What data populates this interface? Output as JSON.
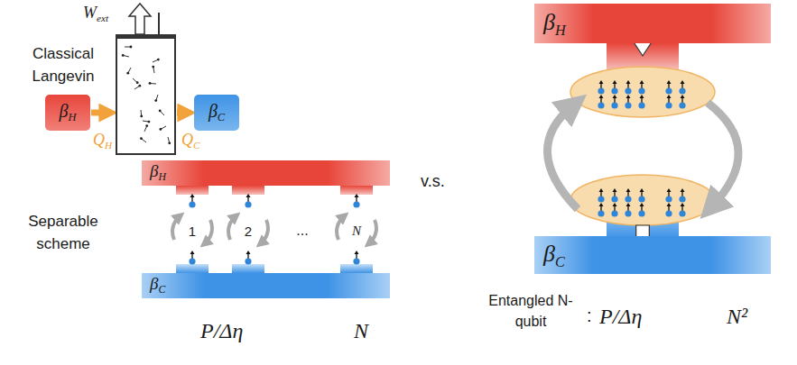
{
  "diagram": {
    "nodes": [
      {
        "text": [
          "βH"
        ]
      },
      {
        "text": [
          "Wext"
        ]
      },
      {
        "text": [
          "βC"
        ]
      },
      {
        "text": [
          "βH"
        ]
      },
      {
        "text": [
          "βC"
        ]
      },
      {
        "text": [
          "βH"
        ]
      },
      {
        "text": [
          "βC"
        ]
      }
    ],
    "edges": [
      {
        "from": 0,
        "to": 1,
        "arrow": "to",
        "label": "QH"
      },
      {
        "from": 1,
        "to": 2,
        "arrow": "to",
        "label": "QC"
      }
    ],
    "labels": [
      "Classical Langevin",
      "Separable scheme",
      "1",
      "2",
      "...",
      "N",
      "P/Δη",
      "N",
      "v.s.",
      "Entangled N-qubit",
      ":",
      "P/Δη",
      "N²"
    ]
  }
}
